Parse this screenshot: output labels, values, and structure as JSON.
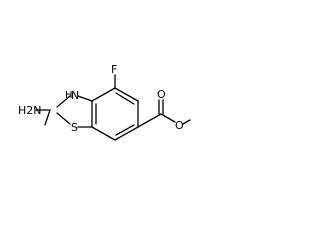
{
  "atoms": {
    "amine_group": "H2N",
    "ring_nh": "H",
    "ring_n": "N",
    "fluorine": "F",
    "sulfur": "S",
    "carbonyl_oxygen": "O",
    "ester_oxygen": "O"
  },
  "colors": {
    "bond": "#000000",
    "label": "#000000",
    "background": "#ffffff"
  }
}
